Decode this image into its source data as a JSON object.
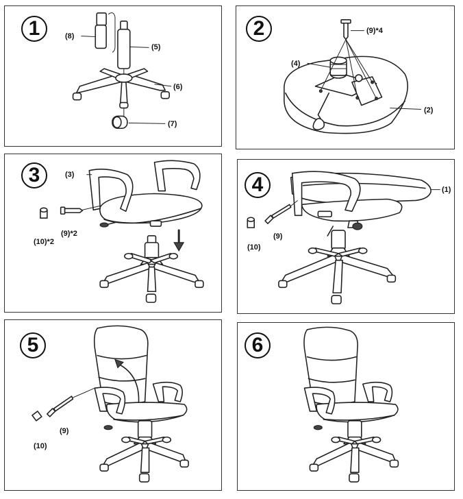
{
  "steps": [
    {
      "number": "1",
      "labels": {
        "p8": "(8)",
        "p5": "(5)",
        "p6": "(6)",
        "p7": "(7)"
      }
    },
    {
      "number": "2",
      "labels": {
        "p9x4": "(9)*4",
        "p4": "(4)",
        "p2": "(2)"
      }
    },
    {
      "number": "3",
      "labels": {
        "p3": "(3)",
        "p10x2": "(10)*2",
        "p9x2": "(9)*2"
      }
    },
    {
      "number": "4",
      "labels": {
        "p1": "(1)",
        "p9": "(9)",
        "p10": "(10)"
      }
    },
    {
      "number": "5",
      "labels": {
        "p9": "(9)",
        "p10": "(10)"
      }
    },
    {
      "number": "6",
      "labels": {}
    }
  ],
  "colors": {
    "line": "#222222",
    "border": "#333333",
    "background": "#ffffff"
  }
}
